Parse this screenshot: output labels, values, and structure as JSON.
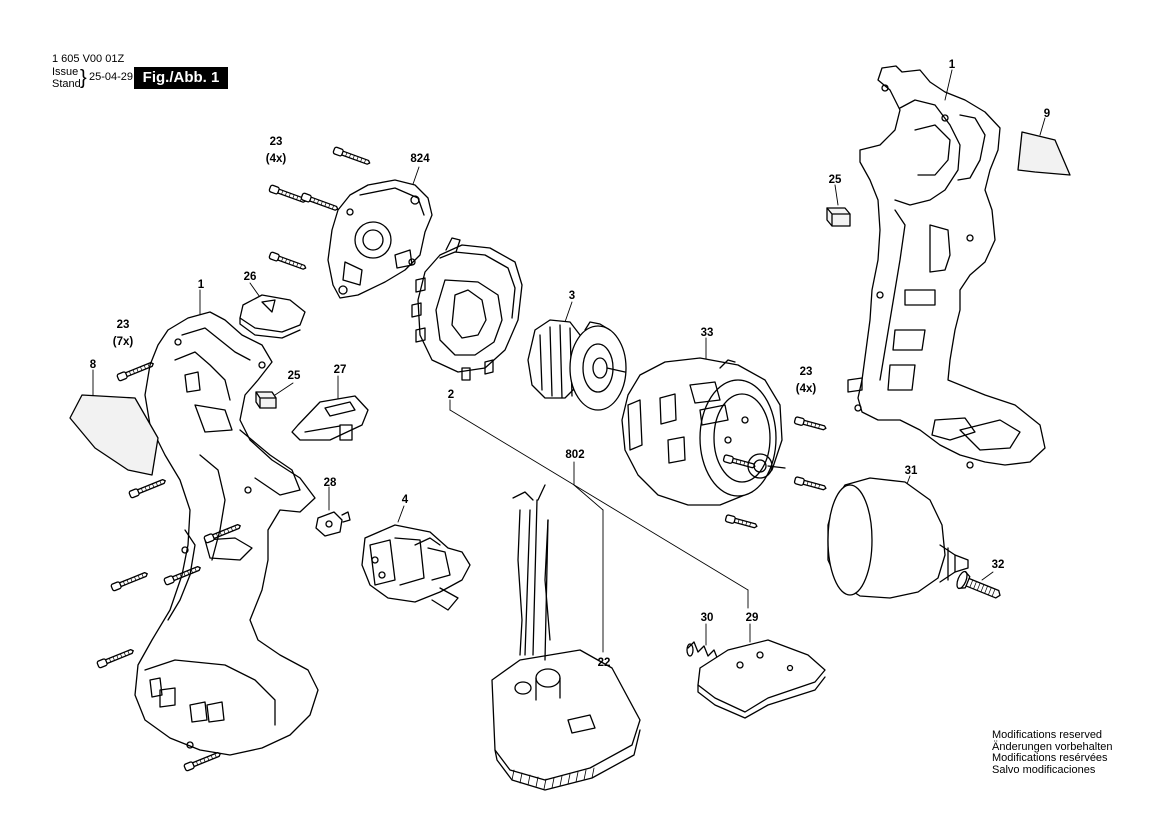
{
  "header": {
    "doc_number": "1 605 V00 01Z",
    "issue_label": "Issue",
    "stand_label": "Stand",
    "brace": "}",
    "date": "25-04-29",
    "figure_label": "Fig./Abb. 1"
  },
  "callouts": [
    {
      "id": "c-1-right",
      "text": "1"
    },
    {
      "id": "c-9",
      "text": "9"
    },
    {
      "id": "c-25-right",
      "text": "25"
    },
    {
      "id": "c-23-top",
      "text": "23"
    },
    {
      "id": "c-4x-top",
      "text": "(4x)"
    },
    {
      "id": "c-824",
      "text": "824"
    },
    {
      "id": "c-26",
      "text": "26"
    },
    {
      "id": "c-1-left",
      "text": "1"
    },
    {
      "id": "c-23-left",
      "text": "23"
    },
    {
      "id": "c-7x",
      "text": "(7x)"
    },
    {
      "id": "c-8",
      "text": "8"
    },
    {
      "id": "c-25-left",
      "text": "25"
    },
    {
      "id": "c-27",
      "text": "27"
    },
    {
      "id": "c-3",
      "text": "3"
    },
    {
      "id": "c-2",
      "text": "2"
    },
    {
      "id": "c-33",
      "text": "33"
    },
    {
      "id": "c-23-mid",
      "text": "23"
    },
    {
      "id": "c-4x-mid",
      "text": "(4x)"
    },
    {
      "id": "c-802",
      "text": "802"
    },
    {
      "id": "c-28",
      "text": "28"
    },
    {
      "id": "c-4",
      "text": "4"
    },
    {
      "id": "c-31",
      "text": "31"
    },
    {
      "id": "c-32",
      "text": "32"
    },
    {
      "id": "c-30",
      "text": "30"
    },
    {
      "id": "c-29",
      "text": "29"
    },
    {
      "id": "c-22",
      "text": "22"
    }
  ],
  "notes": [
    "Modifications reserved",
    "Änderungen vorbehalten",
    "Modifications resérvées",
    "Salvo modificaciones"
  ]
}
